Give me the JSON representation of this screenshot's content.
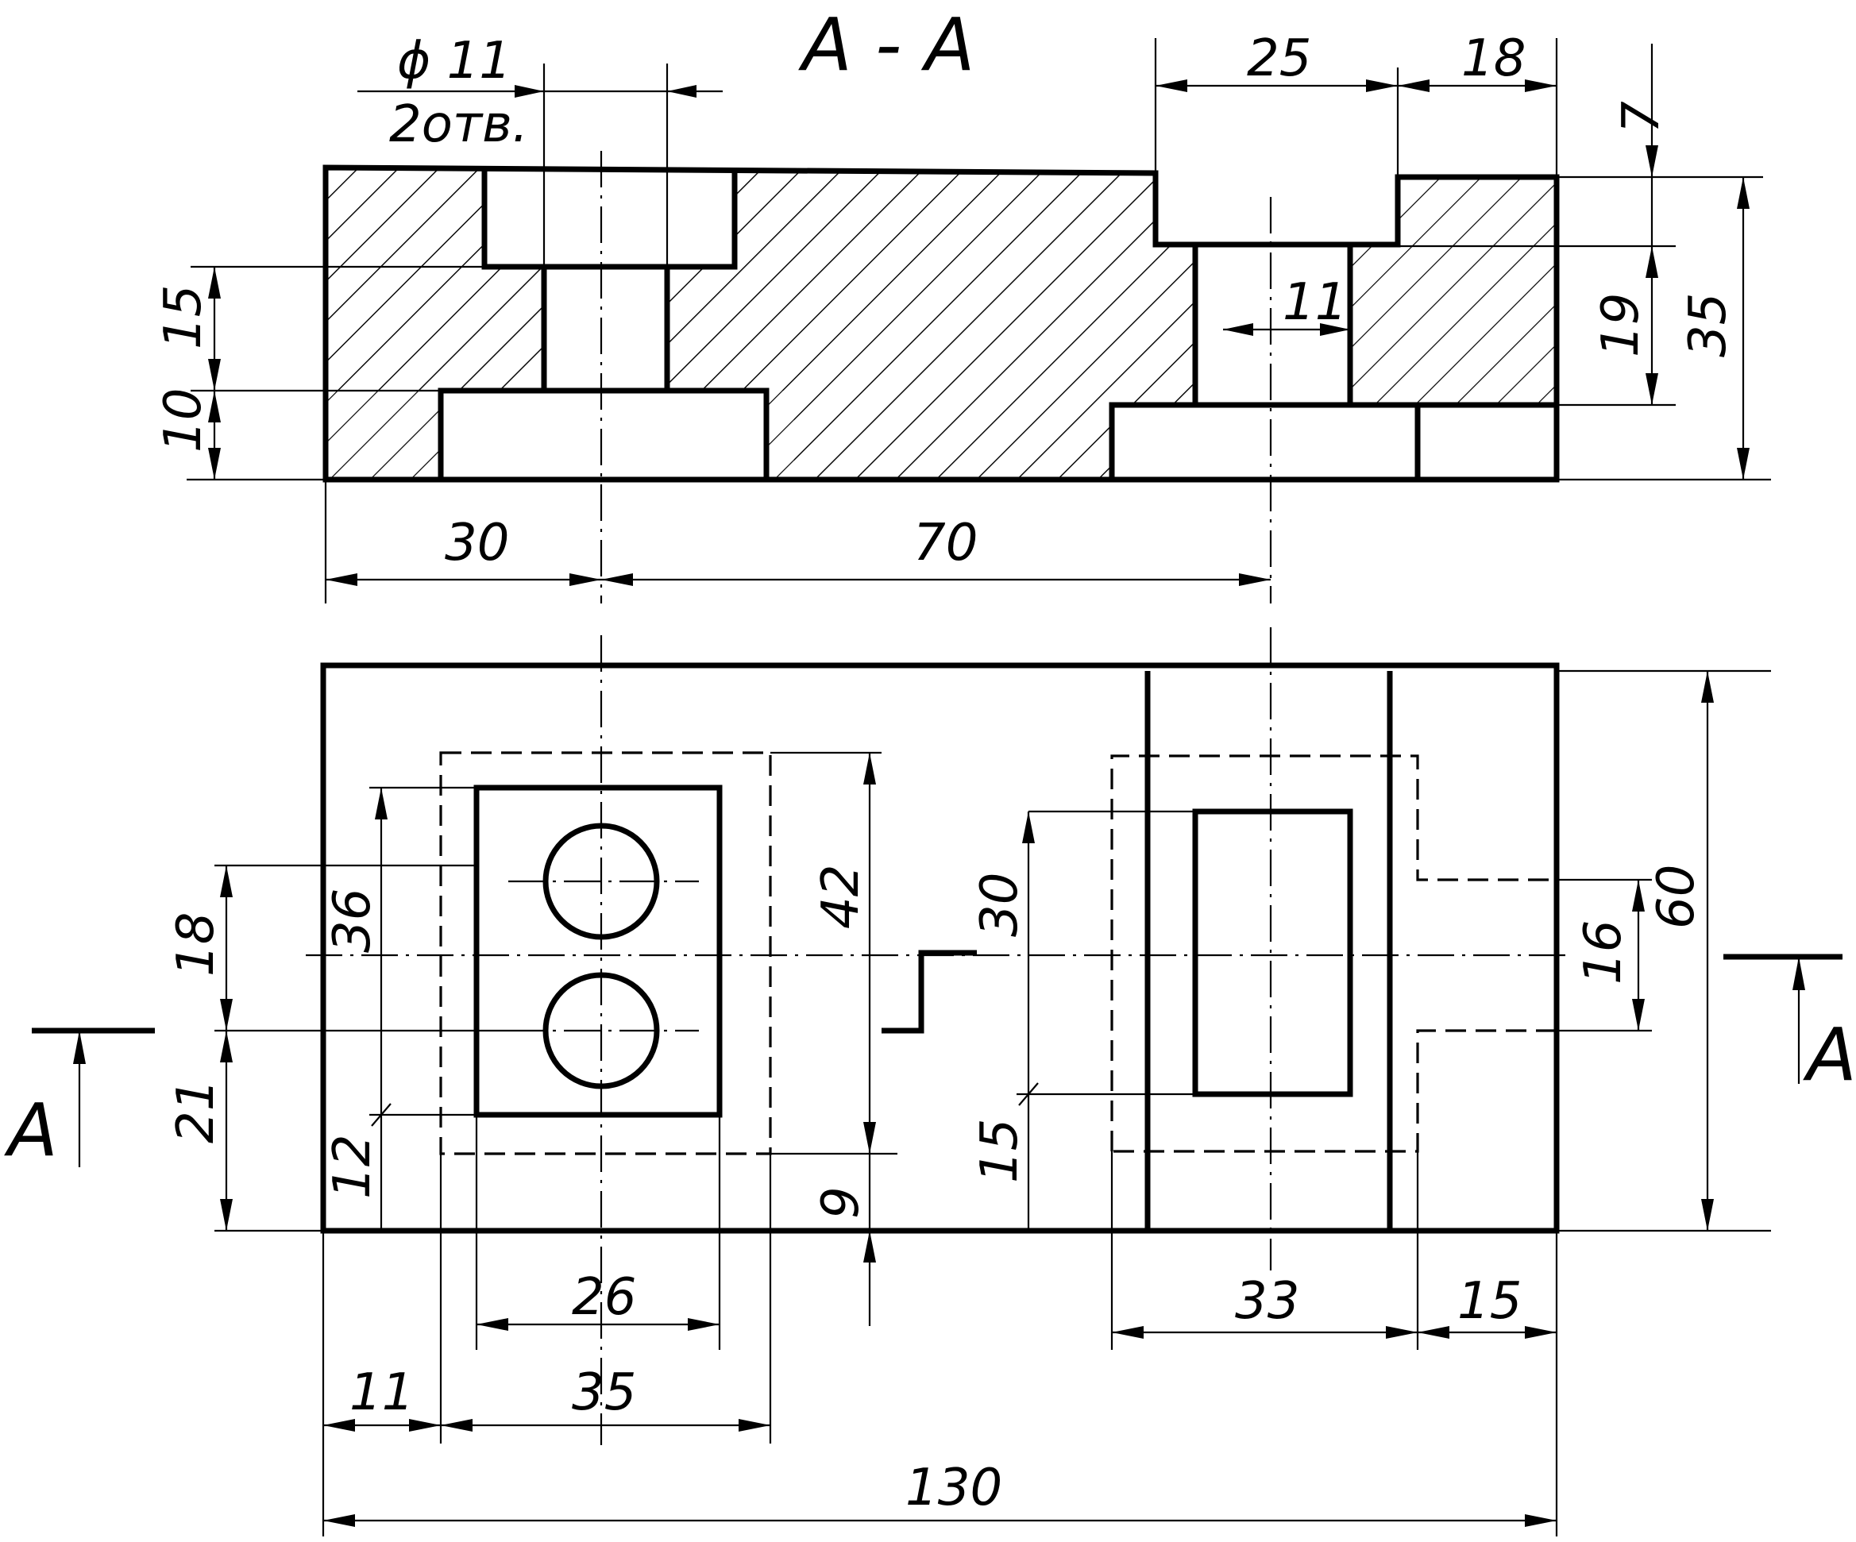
{
  "section_title": "A - A",
  "section_marks": {
    "left": "A",
    "right": "A"
  },
  "section_view": {
    "hole_diameter": "ϕ 11",
    "hole_count": "2отв.",
    "dim_25": "25",
    "dim_18": "18",
    "dim_7": "7",
    "dim_15": "15",
    "dim_10": "10",
    "dim_11": "11",
    "dim_19": "19",
    "dim_35": "35",
    "dim_30": "30",
    "dim_70": "70"
  },
  "plan_view": {
    "dim_18": "18",
    "dim_21": "21",
    "dim_36": "36",
    "dim_12": "12",
    "dim_42": "42",
    "dim_9": "9",
    "dim_30": "30",
    "dim_15_left": "15",
    "dim_16": "16",
    "dim_60": "60",
    "dim_26": "26",
    "dim_11": "11",
    "dim_35": "35",
    "dim_33": "33",
    "dim_15_bottom": "15",
    "dim_130": "130"
  }
}
